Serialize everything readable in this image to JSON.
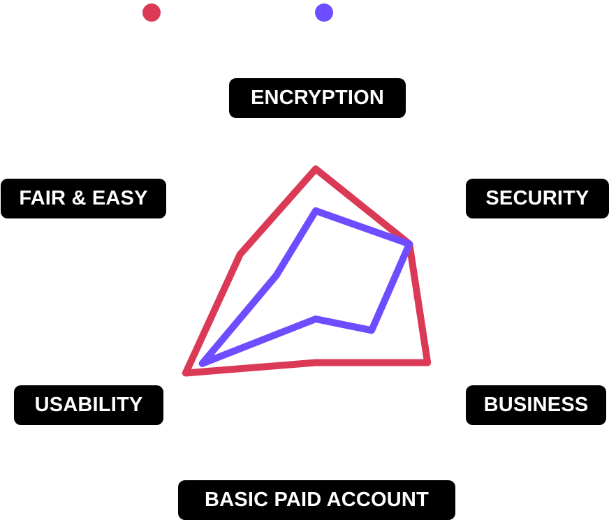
{
  "legend": [
    {
      "name": "",
      "color": "#DB3A56"
    },
    {
      "name": "",
      "color": "#6E4CFF"
    }
  ],
  "axes": [
    {
      "label": "ENCRYPTION"
    },
    {
      "label": "SECURITY"
    },
    {
      "label": "BUSINESS"
    },
    {
      "label": "BASIC PAID ACCOUNT"
    },
    {
      "label": "USABILITY"
    },
    {
      "label": "FAIR & EASY"
    }
  ],
  "chart_data": {
    "type": "radar",
    "title": "",
    "categories": [
      "ENCRYPTION",
      "SECURITY",
      "BUSINESS",
      "BASIC PAID ACCOUNT",
      "USABILITY",
      "FAIR & EASY"
    ],
    "series": [
      {
        "name": "",
        "color": "#DB3A56",
        "values": [
          74,
          62,
          74,
          37,
          86,
          50
        ]
      },
      {
        "name": "",
        "color": "#6E4CFF",
        "values": [
          50,
          62,
          37,
          12,
          75,
          26
        ]
      }
    ],
    "rlim": [
      0,
      100
    ],
    "grid": false,
    "legend_position": "top"
  }
}
